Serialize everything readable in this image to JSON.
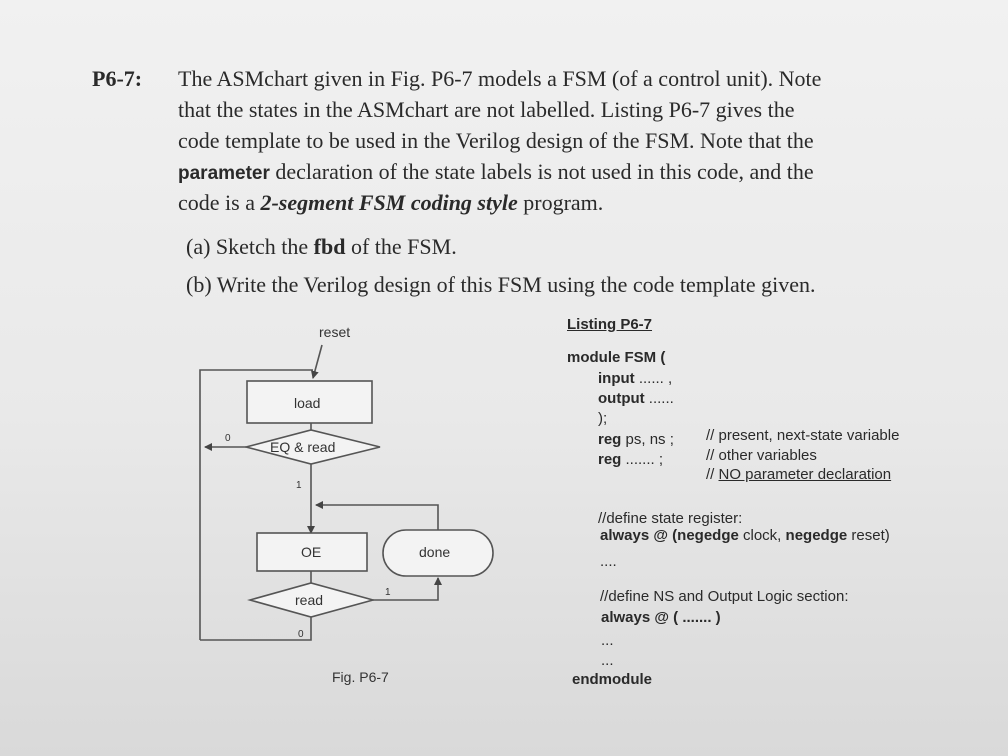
{
  "problem": {
    "label": "P6-7:",
    "line1": "The ASMchart given in Fig. P6-7 models a FSM (of a control unit). Note",
    "line2": "that the states in the ASMchart are not labelled. Listing P6-7 gives the",
    "line3": "code template to be used in the Verilog design of the FSM. Note that the",
    "line4_keyword": "parameter",
    "line4_rest": " declaration of the state labels is not used in this code, and the",
    "line5_pre": "code is a ",
    "line5_emph": "2-segment FSM coding style",
    "line5_post": " program.",
    "part_a_pre": "(a) Sketch the ",
    "part_a_bold": "fbd",
    "part_a_post": " of the FSM.",
    "part_b": "(b) Write the Verilog design of this FSM using the code template given."
  },
  "figure": {
    "reset": "reset",
    "load": "load",
    "eq_read": "EQ & read",
    "branch_zero_left": "0",
    "branch_one_down": "1",
    "oe": "OE",
    "done": "done",
    "read": "read",
    "branch_one_right": "1",
    "branch_zero_bottom": "0",
    "caption": "Fig. P6-7"
  },
  "listing": {
    "title": "Listing P6-7",
    "module": "module FSM (",
    "input_kw": "input",
    "input_rest": " ...... ,",
    "output_kw": "output",
    "output_rest": " ......",
    "close": ");",
    "reg1_kw": "reg",
    "reg1_rest": " ps, ns ;",
    "reg1_comment": "// present, next-state variable",
    "reg2_kw": "reg",
    "reg2_rest": " ....... ;",
    "reg2_comment": "// other variables",
    "reg3_comment_pre": "// ",
    "reg3_comment_ul": "NO parameter declaration",
    "state_reg_comment": "//define state register:",
    "always1_kw": "always @ (negedge",
    "always1_mid": " clock, ",
    "always1_kw2": "negedge",
    "always1_post": " reset)",
    "dots1": "....",
    "ns_comment": "//define NS and Output Logic section:",
    "always2": "always @ ( ....... )",
    "dots2": "...",
    "dots3": "...",
    "endmodule": "endmodule"
  }
}
